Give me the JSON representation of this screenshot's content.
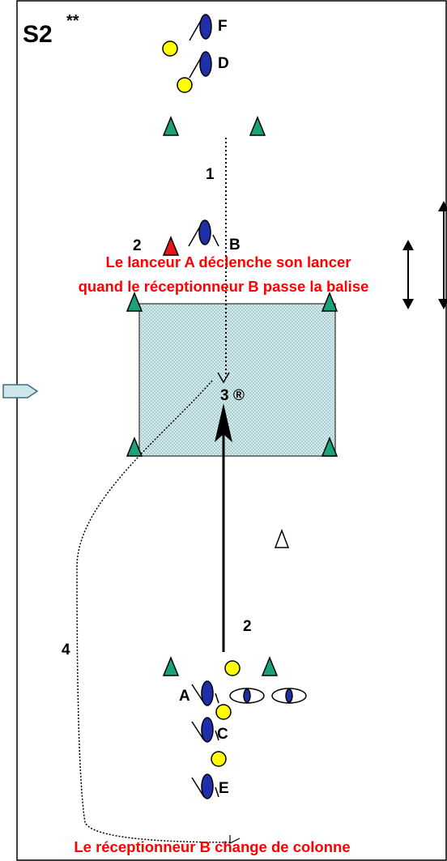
{
  "title": "S2",
  "title_mark": "**",
  "players": {
    "f": "F",
    "d": "D",
    "b": "B",
    "a": "A",
    "c": "C",
    "e": "E"
  },
  "steps": {
    "s1": "1",
    "s2_top": "2",
    "s3": "3 ®",
    "s2_bottom": "2",
    "s4": "4"
  },
  "captions": {
    "line1": "Le lanceur A déclenche son lancer",
    "line2": "quand le réceptionneur B passe la balise",
    "bottom": "Le réceptionneur B change de colonne"
  },
  "colors": {
    "cone": "#1aa37a",
    "cone_red": "#e8141a",
    "player": "#1f2fa8",
    "ball": "#ffff00",
    "zone": "#c8e4e6",
    "caption": "#ff0000"
  }
}
